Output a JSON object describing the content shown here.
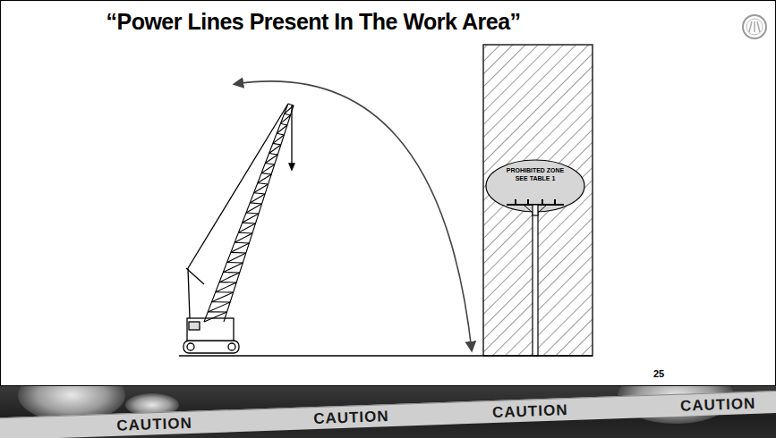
{
  "diagram": {
    "title": "“Power Lines Present In The Work Area”",
    "nodes": [
      {
        "text": [
          "PROHIBITED ZONE SEE TABLE 1"
        ]
      }
    ],
    "labels": [
      "25",
      "CAUTION",
      "CAUTION",
      "CAUTION",
      "CAUTION"
    ]
  }
}
